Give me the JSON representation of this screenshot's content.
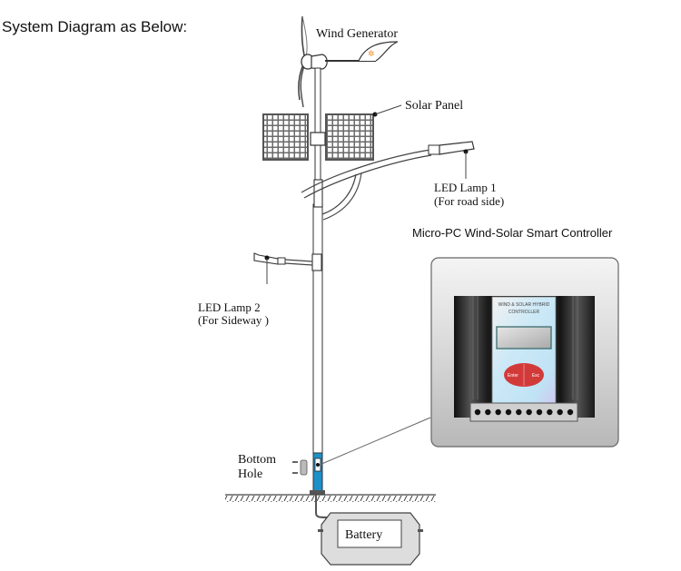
{
  "heading": "System Diagram as Below:",
  "labels": {
    "wind_generator": "Wind Generator",
    "solar_panel": "Solar Panel",
    "led_lamp_1_line1": "LED Lamp 1",
    "led_lamp_1_line2": "(For road side)",
    "led_lamp_2_line1": "LED Lamp 2",
    "led_lamp_2_line2": "(For Sideway )",
    "bottom_hole_line1": "Bottom",
    "bottom_hole_line2": "Hole",
    "battery": "Battery"
  },
  "controller": {
    "title": "Micro-PC Wind-Solar Smart Controller",
    "panel_line1": "WIND & SOLAR HYBRID",
    "panel_line2": "CONTROLLER",
    "button_enter": "Enter",
    "button_esc": "Esc",
    "terminal_count": 10
  },
  "colors": {
    "pole_base": "#1e90c8",
    "controller_button": "#d23a3a",
    "wind_vane_accent": "#f08a1e"
  }
}
